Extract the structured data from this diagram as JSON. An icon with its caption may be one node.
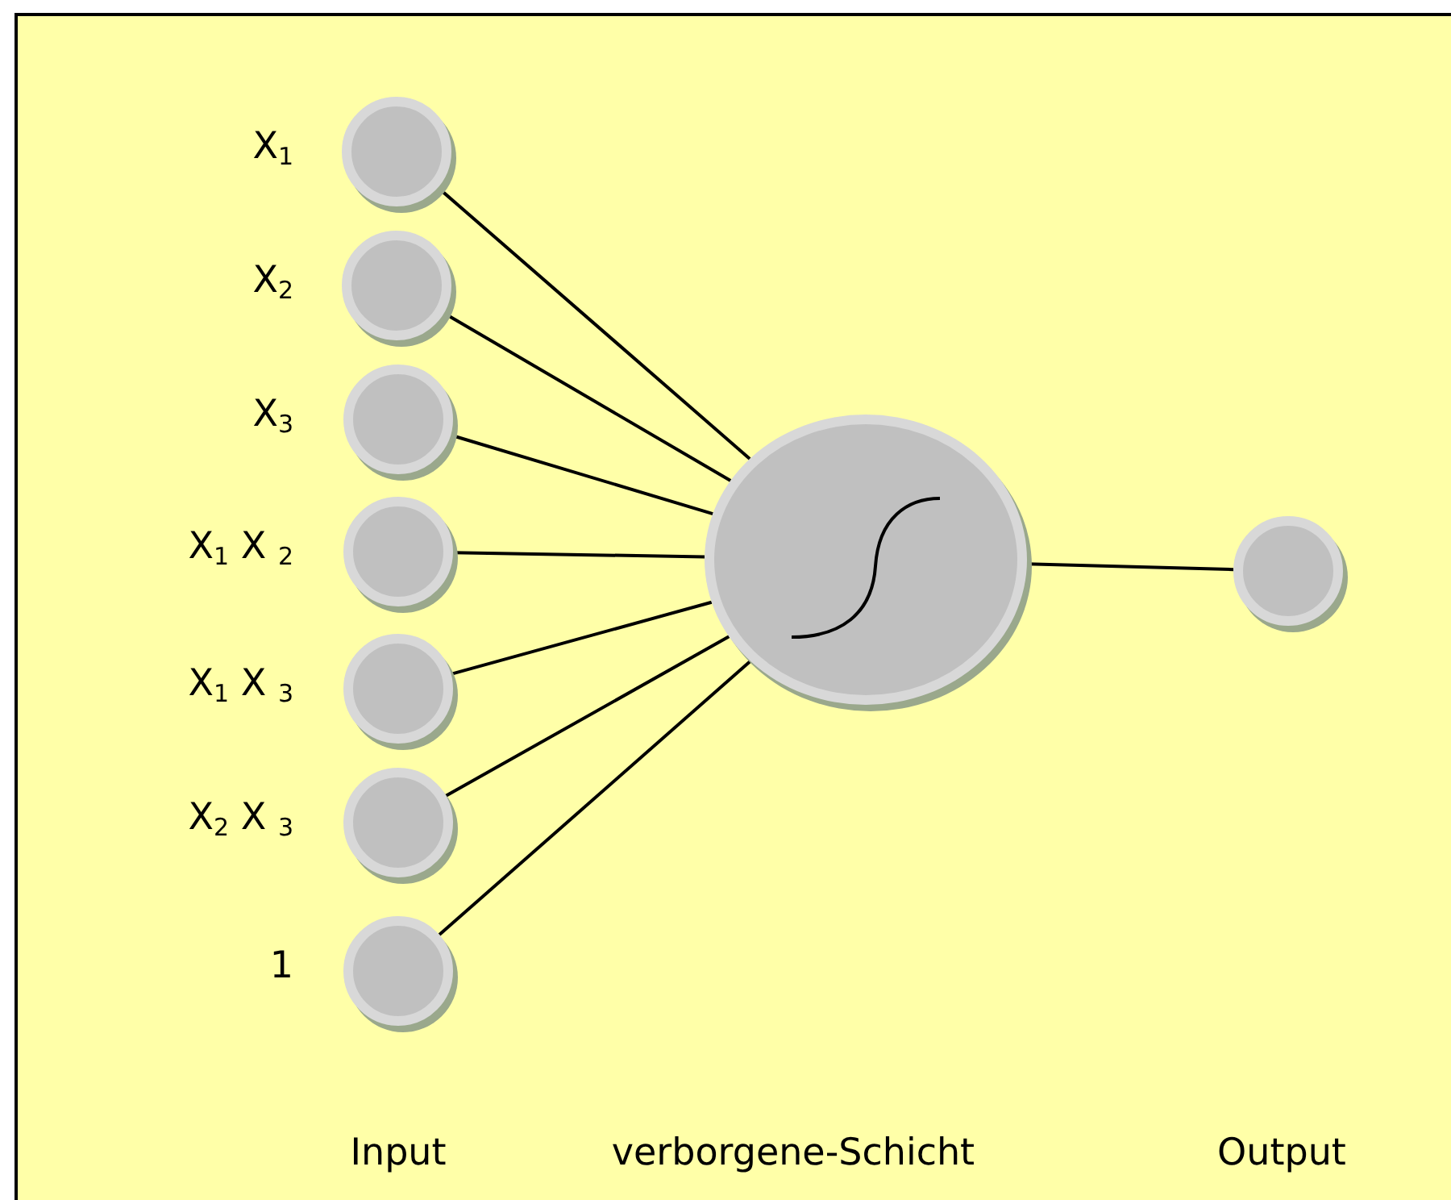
{
  "diagram": {
    "nodes": [
      {
        "text": [],
        "shape": "circle",
        "beside": [
          "X$_{1}$"
        ]
      },
      {
        "text": [],
        "shape": "circle",
        "beside": [
          "X$_{2}$"
        ]
      },
      {
        "text": [],
        "shape": "circle",
        "beside": [
          "X$_{3}$"
        ]
      },
      {
        "text": [],
        "shape": "circle",
        "beside": [
          "X$_{1}$ X $_{2}$"
        ]
      },
      {
        "text": [],
        "shape": "circle",
        "beside": [
          "X$_{1}$ X $_{3}$"
        ]
      },
      {
        "text": [],
        "shape": "circle",
        "beside": [
          "X$_{2}$ X $_{3}$"
        ]
      },
      {
        "text": [],
        "shape": "circle",
        "beside": [
          "1"
        ]
      },
      {
        "text": [],
        "shape": "circle"
      },
      {
        "text": [],
        "shape": "circle"
      }
    ],
    "edges": [
      {
        "from": 0,
        "to": 7,
        "arrow": "none"
      },
      {
        "from": 1,
        "to": 7,
        "arrow": "none"
      },
      {
        "from": 2,
        "to": 7,
        "arrow": "none"
      },
      {
        "from": 3,
        "to": 7,
        "arrow": "none"
      },
      {
        "from": 4,
        "to": 7,
        "arrow": "none"
      },
      {
        "from": 5,
        "to": 7,
        "arrow": "none"
      },
      {
        "from": 6,
        "to": 7,
        "arrow": "none"
      },
      {
        "from": 7,
        "to": 8,
        "arrow": "none"
      }
    ],
    "labels": [
      "Input",
      "verborgene-Schicht",
      "Output"
    ]
  }
}
